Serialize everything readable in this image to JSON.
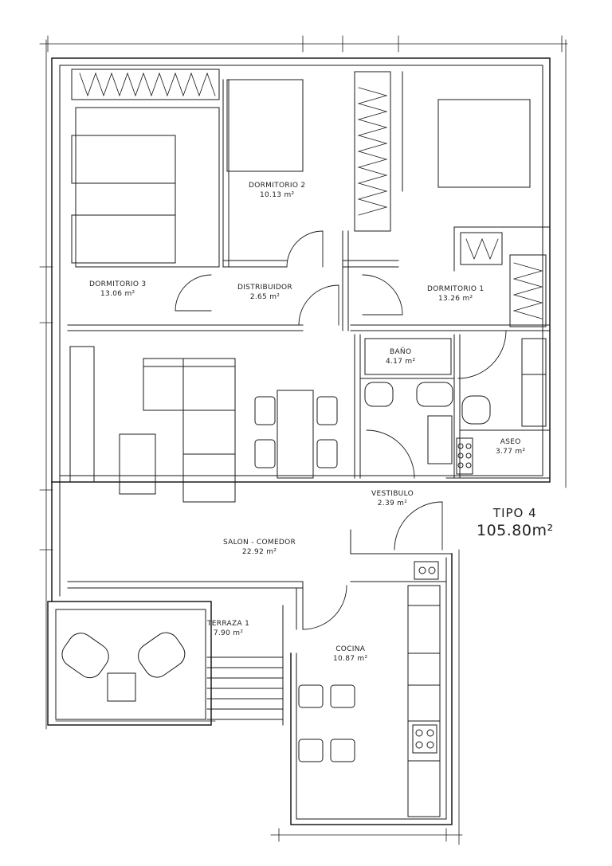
{
  "plan": {
    "type_label": "TIPO 4",
    "total_area": "105.80m²",
    "rooms": [
      {
        "name": "DORMITORIO 3",
        "area": "13.06 m²"
      },
      {
        "name": "DORMITORIO 2",
        "area": "10.13 m²"
      },
      {
        "name": "DISTRIBUIDOR",
        "area": "2.65 m²"
      },
      {
        "name": "DORMITORIO 1",
        "area": "13.26 m²"
      },
      {
        "name": "BAÑO",
        "area": "4.17 m²"
      },
      {
        "name": "ASEO",
        "area": "3.77 m²"
      },
      {
        "name": "VESTIBULO",
        "area": "2.39 m²"
      },
      {
        "name": "SALON - COMEDOR",
        "area": "22.92 m²"
      },
      {
        "name": "TERRAZA 1",
        "area": "7.90 m²"
      },
      {
        "name": "COCINA",
        "area": "10.87 m²"
      }
    ]
  }
}
